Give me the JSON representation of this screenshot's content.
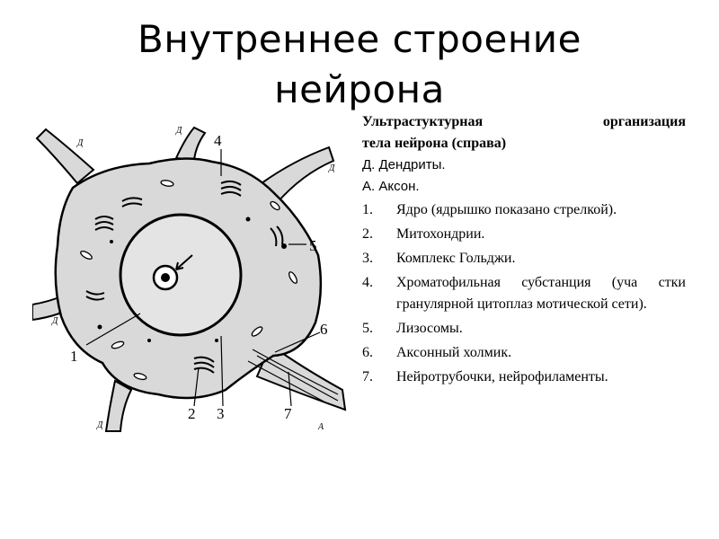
{
  "title_line1": "Внутреннее строение",
  "title_line2": "нейрона",
  "legend": {
    "heading_w1": "Ультрастуктурная",
    "heading_w2": "организация",
    "heading_line2": "тела нейрона (справа)",
    "d_line": "Д. Дендриты.",
    "a_line": "А. Аксон.",
    "items": [
      {
        "num": "1.",
        "text": "Ядро (ядрышко показано стрелкой)."
      },
      {
        "num": "2.",
        "text": "Митохондрии."
      },
      {
        "num": "3.",
        "text": "Комплекс Гольджи."
      },
      {
        "num": "4.",
        "text": "Хроматофильная субстанция (уча стки гранулярной цитоплаз мотической сети)."
      },
      {
        "num": "5.",
        "text": "Лизосомы."
      },
      {
        "num": "6.",
        "text": "Аксонный холмик."
      },
      {
        "num": "7.",
        "text": "Нейротрубочки, нейрофиламенты."
      }
    ]
  },
  "figure_labels": {
    "n1": "1",
    "n2": "2",
    "n3": "3",
    "n4": "4",
    "n5": "5",
    "n6": "6",
    "n7": "7",
    "d": "Д",
    "a": "А"
  },
  "colors": {
    "ink": "#000000",
    "cytoplasm": "#d9d9d9",
    "nucleus": "#e4e4e4"
  }
}
